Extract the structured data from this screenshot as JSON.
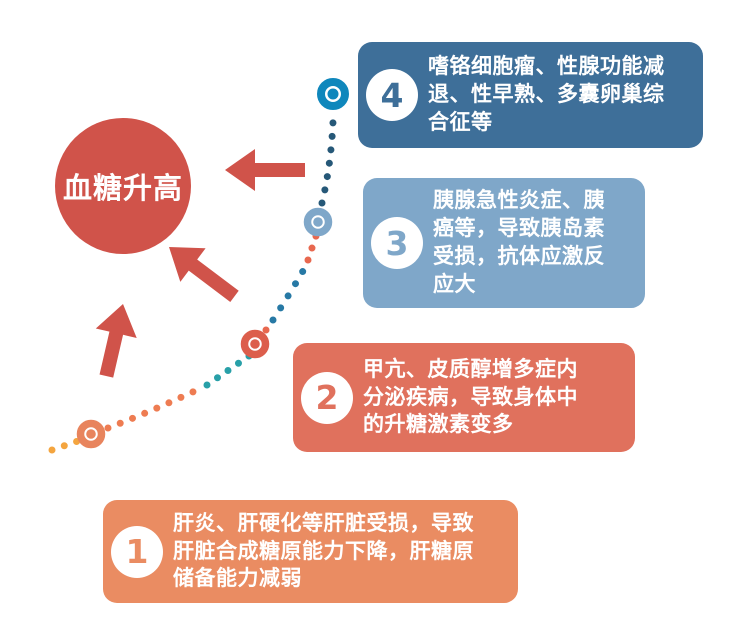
{
  "hub": {
    "label": "血糖升高",
    "color": "#D0534A"
  },
  "causes": [
    {
      "number": "1",
      "text": "肝炎、肝硬化等肝脏受损，导致肝脏合成糖原能力下降，肝糖原储备能力减弱",
      "color": "#EA8C62"
    },
    {
      "number": "2",
      "text": "甲亢、皮质醇增多症内分泌疾病，导致身体中的升糖激素变多",
      "color": "#E0715D"
    },
    {
      "number": "3",
      "text": "胰腺急性炎症、胰癌等，导致胰岛素受损，抗体应激反应大",
      "color": "#7FA7C9"
    },
    {
      "number": "4",
      "text": "嗜铬细胞瘤、性腺功能减退、性早熟、多囊卵巢综合征等",
      "color": "#3E6F99"
    }
  ],
  "trend_curve": {
    "style": "dotted rising curve with bullseye stage markers, bottom-left to top",
    "marker_colors": [
      "#E8845D",
      "#DC5E4C",
      "#7FA7C9",
      "#0F87BC"
    ],
    "dot_colors": {
      "orange": "#F4A53F",
      "coral": "#EE7C52",
      "teal": "#28A0A8",
      "salmon": "#E8684F",
      "blue": "#2779A5",
      "navy": "#265878"
    }
  },
  "arrows": {
    "color": "#D0534A",
    "count": 3,
    "meaning": "factors pushing blood sugar up toward hub circle"
  }
}
